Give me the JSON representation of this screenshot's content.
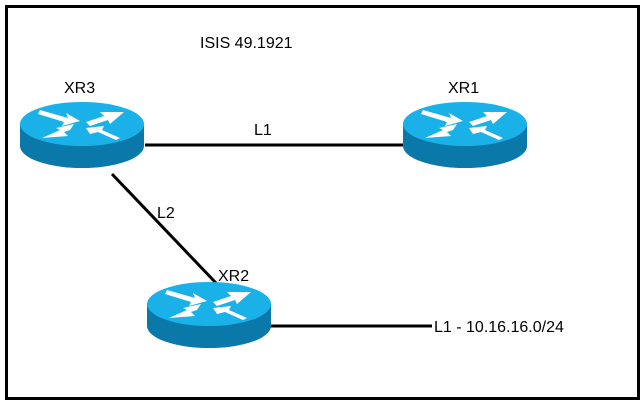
{
  "diagram": {
    "title": "ISIS 49.1921",
    "colors": {
      "router_top": "#1ab0e8",
      "router_side": "#0a78a8",
      "line": "#000000",
      "border": "#000000"
    },
    "nodes": [
      {
        "id": "XR3",
        "label": "XR3",
        "icon": "router-icon"
      },
      {
        "id": "XR1",
        "label": "XR1",
        "icon": "router-icon"
      },
      {
        "id": "XR2",
        "label": "XR2",
        "icon": "router-icon"
      }
    ],
    "links": [
      {
        "from": "XR3",
        "to": "XR1",
        "label": "L1"
      },
      {
        "from": "XR3",
        "to": "XR2",
        "label": "L2"
      },
      {
        "from": "XR2",
        "to": "network",
        "label": "L1 - 10.16.16.0/24"
      }
    ]
  }
}
